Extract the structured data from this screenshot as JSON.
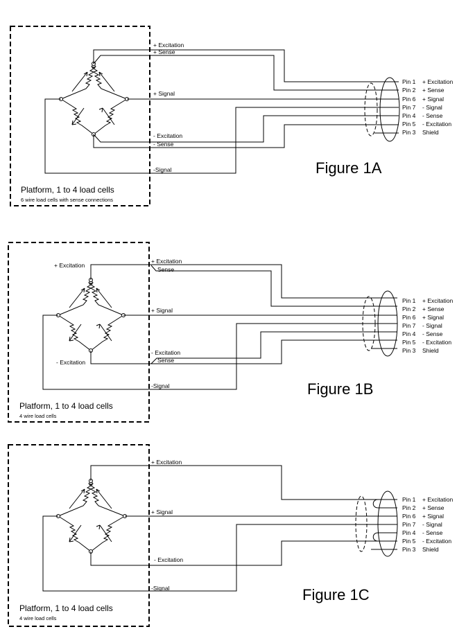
{
  "figures": [
    {
      "id": "1A",
      "title": "Figure 1A",
      "platform_title": "Platform, 1 to 4 load cells",
      "platform_subtitle": "6 wire load cells with sense connections",
      "wire_labels": {
        "plus_excitation": "+ Excitation",
        "plus_sense": "+ Sense",
        "plus_signal": "+ Signal",
        "minus_excitation": "- Excitation",
        "minus_sense": "- Sense",
        "minus_signal": "-Signal"
      },
      "pins": [
        {
          "pin": "Pin 1",
          "desc": "+ Excitation"
        },
        {
          "pin": "Pin 2",
          "desc": "+ Sense"
        },
        {
          "pin": "Pin 6",
          "desc": "+ Signal"
        },
        {
          "pin": "Pin 7",
          "desc": "- Signal"
        },
        {
          "pin": "Pin 4",
          "desc": "- Sense"
        },
        {
          "pin": "Pin 5",
          "desc": "- Excitation"
        },
        {
          "pin": "Pin 3",
          "desc": "Shield"
        }
      ]
    },
    {
      "id": "1B",
      "title": "Figure 1B",
      "platform_title": "Platform, 1 to 4 load cells",
      "platform_subtitle": "4 wire load cells",
      "inner_labels": {
        "plus_excitation": "+ Excitation",
        "minus_excitation": "- Excitation"
      },
      "wire_labels": {
        "plus_excitation": "+ Excitation",
        "plus_sense": "Sense",
        "plus_signal": "+ Signal",
        "minus_excitation": "- Excitation",
        "minus_sense": "Sense",
        "minus_signal": "-Signal"
      },
      "pins": [
        {
          "pin": "Pin 1",
          "desc": "+ Excitation"
        },
        {
          "pin": "Pin 2",
          "desc": "+ Sense"
        },
        {
          "pin": "Pin 6",
          "desc": "+ Signal"
        },
        {
          "pin": "Pin 7",
          "desc": "- Signal"
        },
        {
          "pin": "Pin 4",
          "desc": "- Sense"
        },
        {
          "pin": "Pin 5",
          "desc": "- Excitation"
        },
        {
          "pin": "Pin 3",
          "desc": "Shield"
        }
      ]
    },
    {
      "id": "1C",
      "title": "Figure 1C",
      "platform_title": "Platform, 1 to 4 load cells",
      "platform_subtitle": "4 wire load cells",
      "wire_labels": {
        "plus_excitation": "+ Excitation",
        "plus_signal": "+ Signal",
        "minus_excitation": "- Excitation",
        "minus_signal": "-Signal"
      },
      "pins": [
        {
          "pin": "Pin 1",
          "desc": "+ Excitation"
        },
        {
          "pin": "Pin 2",
          "desc": "+ Sense"
        },
        {
          "pin": "Pin 6",
          "desc": "+ Signal"
        },
        {
          "pin": "Pin 7",
          "desc": "- Signal"
        },
        {
          "pin": "Pin 4",
          "desc": "- Sense"
        },
        {
          "pin": "Pin 5",
          "desc": "- Excitation"
        },
        {
          "pin": "Pin 3",
          "desc": "Shield"
        }
      ]
    }
  ]
}
